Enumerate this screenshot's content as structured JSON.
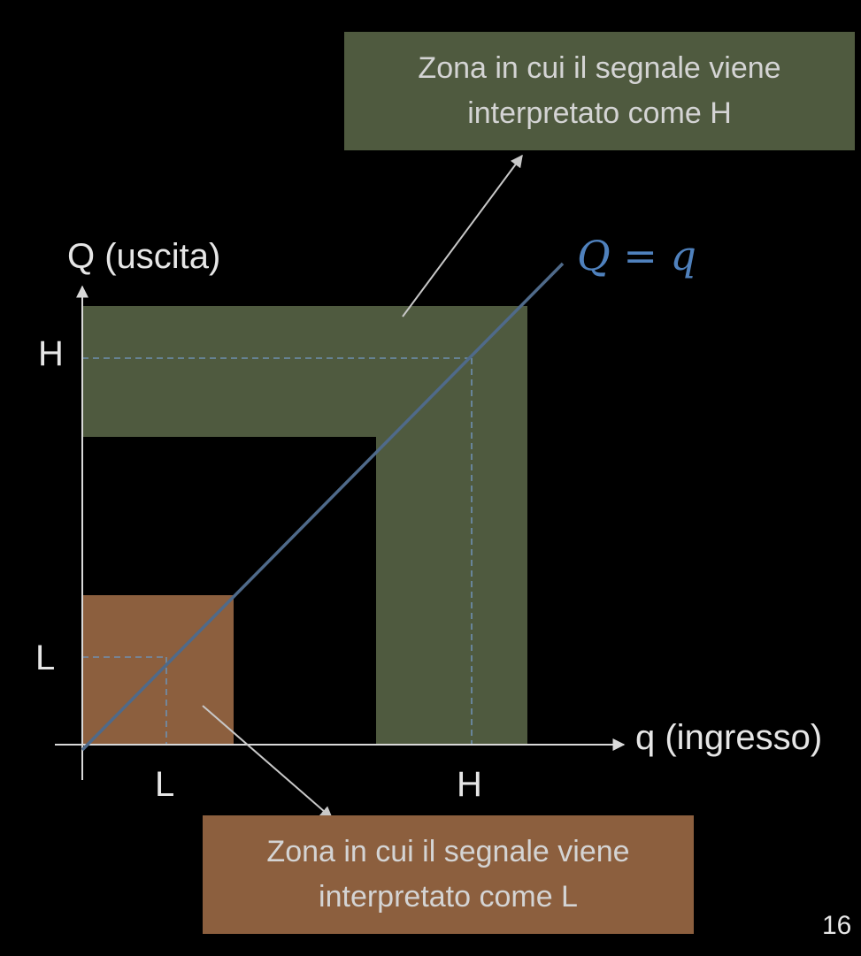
{
  "axes": {
    "y_title": "Q (uscita)",
    "x_title": "q (ingresso)",
    "y_ticks": [
      "H",
      "L"
    ],
    "x_ticks": [
      "L",
      "H"
    ]
  },
  "line_label": "Q = q",
  "callouts": {
    "h_zone": "Zona in cui il segnale viene interpretato come H",
    "l_zone": "Zona in cui il segnale viene interpretato come L"
  },
  "colors": {
    "background": "#000000",
    "h_zone": "#4f5a3f",
    "l_zone": "#8c5f3e",
    "identity_line": "#4f6a8a",
    "equation_text": "#4f81bd",
    "guide_lines": "#6f8fb0",
    "axes": "#d9d9d9",
    "pointer_arrows": "#c8c8c8"
  },
  "page_number": "16"
}
